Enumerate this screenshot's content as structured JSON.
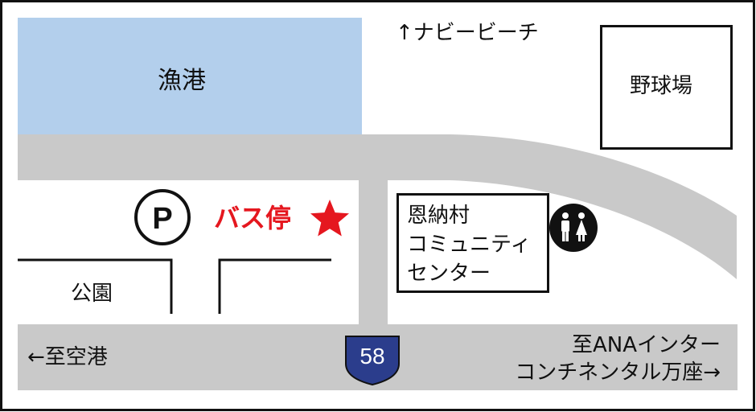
{
  "map": {
    "labels": {
      "fishing_port": "漁港",
      "beach": "↑ナビービーチ",
      "stadium": "野球場",
      "bus_stop": "バス停",
      "park": "公園",
      "community_center_line1": "恩納村",
      "community_center_line2": "コミュニティ",
      "community_center_line3": "センター",
      "to_airport": "←至空港",
      "to_ana_line1": "至ANAインター",
      "to_ana_line2": "コンチネンタル万座→"
    },
    "parking_symbol": "P",
    "route_number": "58",
    "colors": {
      "water": "#b3cfec",
      "road": "#c9c9c9",
      "bus_stop": "#e5171f",
      "route_shield": "#2b3d8c",
      "outline": "#111111"
    },
    "icons": {
      "parking": "parking-icon",
      "bus_stop_marker": "star-icon",
      "toilet": "restroom-icon",
      "route_shield": "route-shield-icon"
    }
  }
}
